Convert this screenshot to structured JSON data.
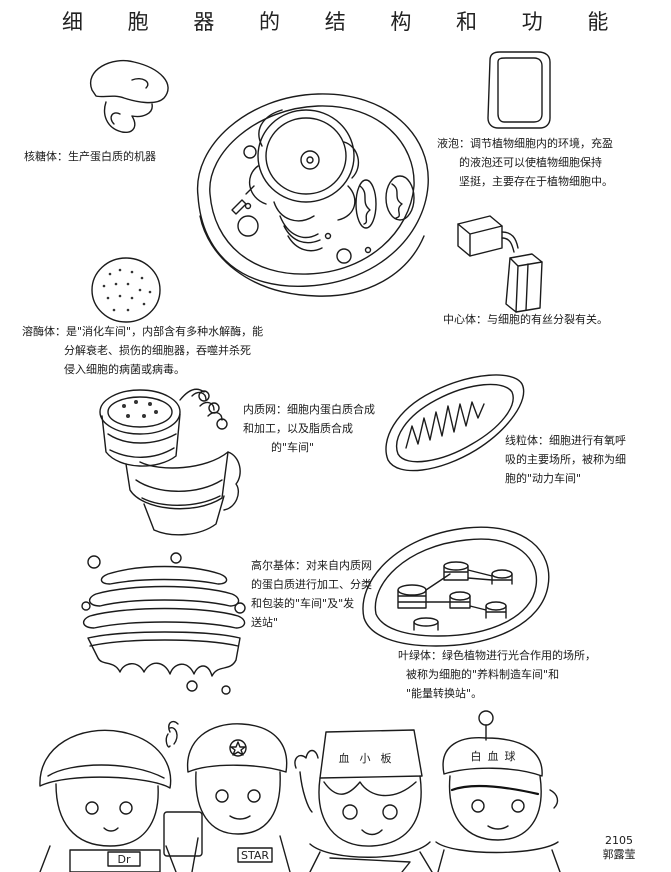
{
  "title": "细 胞 器 的 结 构 和 功 能",
  "notes": {
    "ribosome": "核糖体：生产蛋白质的机器",
    "vacuole": [
      "液泡：调节植物细胞内的环境，充盈",
      "的液泡还可以使植物细胞保持",
      "坚挺，主要存在于植物细胞中。"
    ],
    "lysosome": [
      "溶酶体：是\"消化车间\"，内部含有多种水解酶，能",
      "分解衰老、损伤的细胞器，吞噬并杀死",
      "侵入细胞的病菌或病毒。"
    ],
    "centrosome": "中心体：与细胞的有丝分裂有关。",
    "er": [
      "内质网：细胞内蛋白质合成",
      "和加工，以及脂质合成",
      "的\"车间\""
    ],
    "mitochondria": [
      "线粒体：细胞进行有氧呼",
      "吸的主要场所，被称为细",
      "胞的\"动力车间\""
    ],
    "golgi": [
      "高尔基体：对来自内质网",
      "的蛋白质进行加工、分类",
      "和包装的\"车间\"及\"发",
      "送站\""
    ],
    "chloroplast": [
      "叶绿体：绿色植物进行光合作用的场所，",
      "被称为细胞的\"养料制造车间\"和",
      "\"能量转换站\"。"
    ]
  },
  "badges": {
    "red_blood_cell_hat": "血小板",
    "white_blood_cell_hat": "白血球",
    "name_tag": "STAR",
    "nurse_tag": "Dr"
  },
  "signature": {
    "class": "2105",
    "name": "郭露莹"
  }
}
